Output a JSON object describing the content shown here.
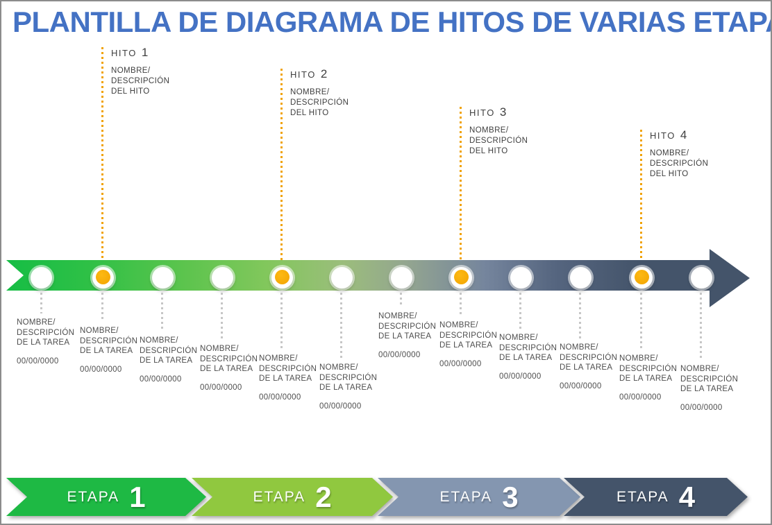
{
  "title": "PLANTILLA DE DIAGRAMA DE HITOS DE VARIAS ETAPAS",
  "milestones": [
    {
      "label": "HITO",
      "number": "1",
      "desc": "NOMBRE/\nDESCRIPCIÓN\nDEL HITO"
    },
    {
      "label": "HITO",
      "number": "2",
      "desc": "NOMBRE/\nDESCRIPCIÓN\nDEL HITO"
    },
    {
      "label": "HITO",
      "number": "3",
      "desc": "NOMBRE/\nDESCRIPCIÓN\nDEL HITO"
    },
    {
      "label": "HITO",
      "number": "4",
      "desc": "NOMBRE/\nDESCRIPCIÓN\nDEL HITO"
    }
  ],
  "tasks": [
    {
      "name": "NOMBRE/\nDESCRIPCIÓN\nDE LA TAREA",
      "date": "00/00/0000"
    },
    {
      "name": "NOMBRE/\nDESCRIPCIÓN\nDE LA TAREA",
      "date": "00/00/0000"
    },
    {
      "name": "NOMBRE/\nDESCRIPCIÓN\nDE LA TAREA",
      "date": "00/00/0000"
    },
    {
      "name": "NOMBRE/\nDESCRIPCIÓN\nDE LA TAREA",
      "date": "00/00/0000"
    },
    {
      "name": "NOMBRE/\nDESCRIPCIÓN\nDE LA TAREA",
      "date": "00/00/0000"
    },
    {
      "name": "NOMBRE/\nDESCRIPCIÓN\nDE LA TAREA",
      "date": "00/00/0000"
    },
    {
      "name": "NOMBRE/\nDESCRIPCIÓN\nDE LA TAREA",
      "date": "00/00/0000"
    },
    {
      "name": "NOMBRE/\nDESCRIPCIÓN\nDE LA TAREA",
      "date": "00/00/0000"
    },
    {
      "name": "NOMBRE/\nDESCRIPCIÓN\nDE LA TAREA",
      "date": "00/00/0000"
    },
    {
      "name": "NOMBRE/\nDESCRIPCIÓN\nDE LA TAREA",
      "date": "00/00/0000"
    },
    {
      "name": "NOMBRE/\nDESCRIPCIÓN\nDE LA TAREA",
      "date": "00/00/0000"
    },
    {
      "name": "NOMBRE/\nDESCRIPCIÓN\nDE LA TAREA",
      "date": "00/00/0000"
    }
  ],
  "stages": [
    {
      "label": "ETAPA",
      "number": "1"
    },
    {
      "label": "ETAPA",
      "number": "2"
    },
    {
      "label": "ETAPA",
      "number": "3"
    },
    {
      "label": "ETAPA",
      "number": "4"
    }
  ],
  "colors": {
    "title_blue": "#4472C4",
    "milestone_accent": "#F0A202",
    "timeline_green": "#16BD45",
    "timeline_slate": "#44546A",
    "stage1": "#1EB944",
    "stage2": "#90C83F",
    "stage3": "#8496B0",
    "stage4": "#44546A",
    "connector_gray": "#C6C6C6"
  }
}
